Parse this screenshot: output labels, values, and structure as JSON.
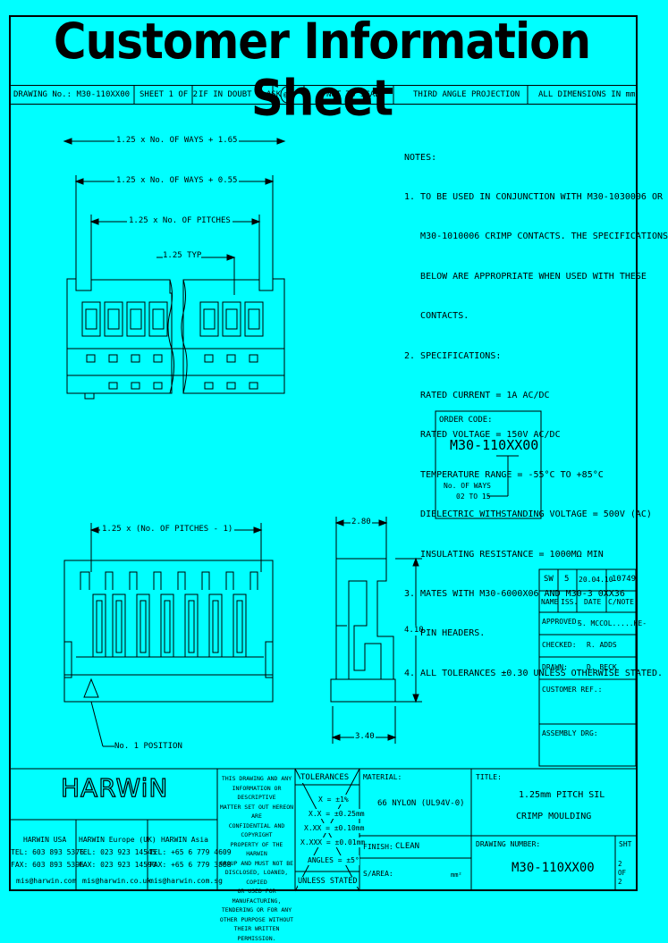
{
  "sheet_title": "Customer Information Sheet",
  "header": {
    "drawing_no": "DRAWING No.: M30-110XX00",
    "sheet": "SHEET 1 OF 2",
    "if_in_doubt": "IF IN DOUBT - ASK",
    "copyright": "©",
    "not_to_scale": "NOT TO SCALE",
    "projection": "THIRD ANGLE PROJECTION",
    "dimensions": "ALL DIMENSIONS IN mm"
  },
  "dimensions": {
    "d1": "1.25 x No. OF WAYS + 1.65",
    "d2": "1.25 x No. OF WAYS + 0.55",
    "d3": "1.25 x No. OF PITCHES",
    "d4": "1.25 TYP",
    "d5": "1.25 x (No. OF PITCHES - 1)",
    "d6": "2.80",
    "d7": "4.10",
    "d8": "3.40",
    "pin1": "No. 1 POSITION"
  },
  "notes": [
    "NOTES:",
    "1. TO BE USED IN CONJUNCTION WITH M30-1030006 OR",
    "   M30-1010006 CRIMP CONTACTS. THE SPECIFICATIONS",
    "   BELOW ARE APPROPRIATE WHEN USED WITH THESE",
    "   CONTACTS.",
    "2. SPECIFICATIONS:",
    "   RATED CURRENT = 1A AC/DC",
    "   RATED VOLTAGE = 150V AC/DC",
    "   TEMPERATURE RANGE = -55°C TO +85°C",
    "   DIELECTRIC WITHSTANDING VOLTAGE = 500V (AC)",
    "   INSULATING RESISTANCE = 1000MΩ MIN",
    "3. MATES WITH M30-6000X06 AND M30-3 0XX36",
    "   PIN HEADERS.",
    "4. ALL TOLERANCES ±0.30 UNLESS OTHERWISE STATED."
  ],
  "order_code": {
    "label": "ORDER CODE:",
    "code": "M30-110XX00",
    "ways_label": "No. OF WAYS",
    "ways_range": "02 TO 15"
  },
  "revision": {
    "row": [
      "SW",
      "5",
      "20.04.10",
      "10749"
    ],
    "headers": [
      "NAME",
      "ISS.",
      "DATE",
      "C/NOTE"
    ],
    "approved_label": "APPROVED:",
    "approved_value": "S. MCCOL.....KE-",
    "checked_label": "CHECKED:",
    "checked_value": "R. ADDS",
    "drawn_label": "DRAWN:",
    "drawn_value": "D. BECK",
    "customer_ref": "CUSTOMER REF.:",
    "assembly_drg": "ASSEMBLY DRG:"
  },
  "footer": {
    "logo": "HARWiN",
    "usa": [
      "HARWIN USA",
      "TEL: 603 893 5376",
      "FAX: 603 893 5396",
      "mis@harwin.com"
    ],
    "europe": [
      "HARWIN Europe (UK)",
      "TEL: 023 923 14545",
      "FAX: 023 923 14590",
      "mis@harwin.co.uk"
    ],
    "asia": [
      "HARWIN Asia",
      "TEL: +65 6 779 4609",
      "FAX: +65 6 779 3888",
      "mis@harwin.com.sg"
    ],
    "confidential": [
      "THIS DRAWING AND ANY",
      "INFORMATION OR DESCRIPTIVE",
      "MATTER SET OUT HEREON ARE",
      "CONFIDENTIAL AND COPYRIGHT",
      "PROPERTY OF THE HARWIN",
      "GROUP AND MUST NOT BE",
      "DISCLOSED, LOANED, COPIED",
      "OR USED FOR MANUFACTURING,",
      "TENDERING OR FOR ANY",
      "OTHER PURPOSE WITHOUT",
      "THEIR WRITTEN PERMISSION."
    ],
    "tolerances_label": "TOLERANCES",
    "tolerances": [
      "X = ±1%",
      "X.X = ±0.25mm",
      "X.XX = ±0.10mm",
      "X.XXX = ±0.01mm",
      "ANGLES = ±5°"
    ],
    "unless": "UNLESS STATED",
    "material_label": "MATERIAL:",
    "material_value": "66 NYLON (UL94V-0)",
    "finish_label": "FINISH:",
    "finish_value": "CLEAN",
    "sarea_label": "S/AREA:",
    "sarea_value": "mm²",
    "title_label": "TITLE:",
    "title_line1": "1.25mm PITCH SIL",
    "title_line2": "CRIMP MOULDING",
    "drawing_number_label": "DRAWING NUMBER:",
    "drawing_number": "M30-110XX00",
    "sht_label": "SHT",
    "sht_value": "2 OF 2"
  }
}
